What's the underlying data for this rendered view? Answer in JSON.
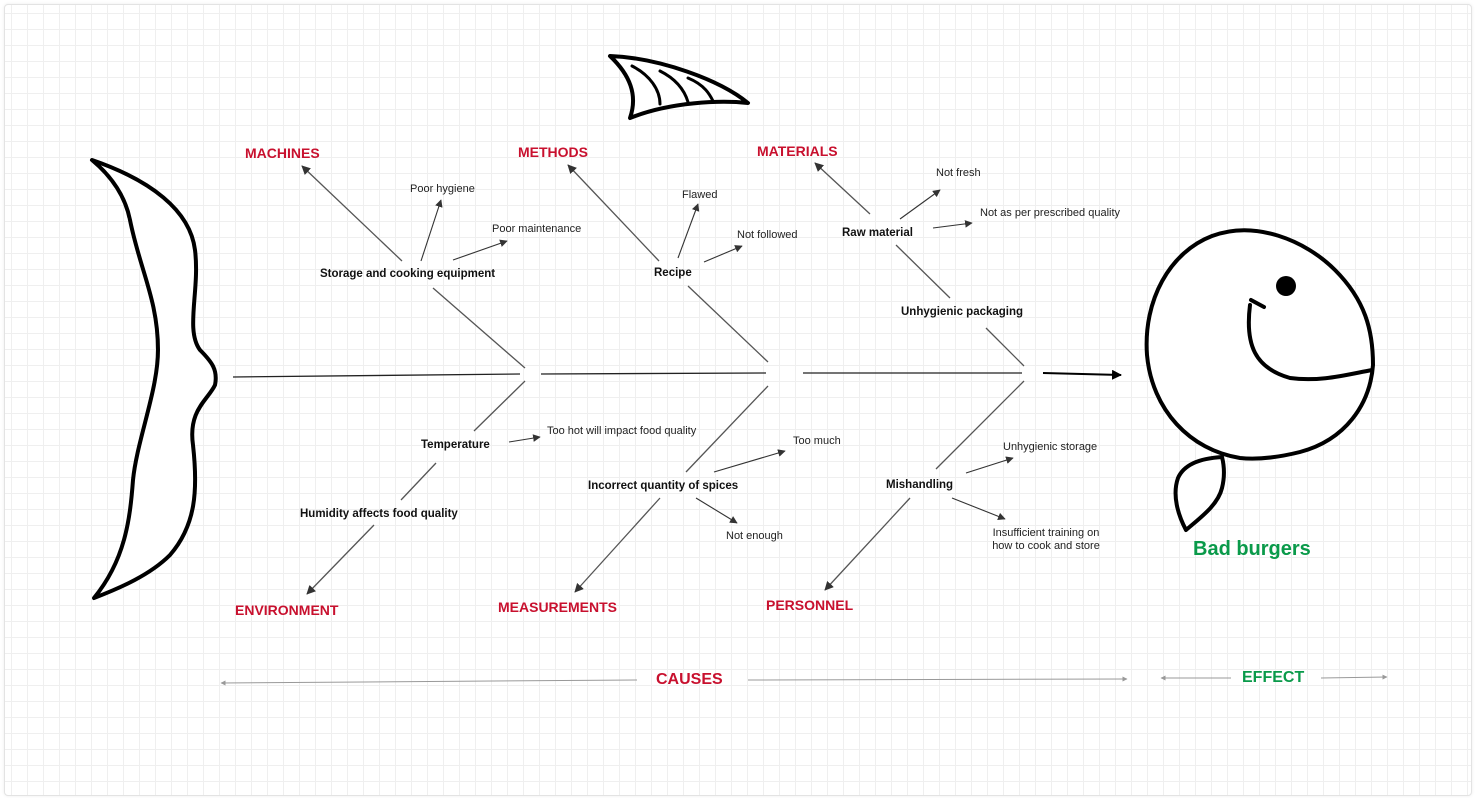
{
  "categories": {
    "machines": "MACHINES",
    "methods": "METHODS",
    "materials": "MATERIALS",
    "environment": "ENVIRONMENT",
    "measurements": "MEASUREMENTS",
    "personnel": "PERSONNEL"
  },
  "causes": {
    "storage_equipment": "Storage and cooking equipment",
    "recipe": "Recipe",
    "raw_material": "Raw material",
    "unhygienic_packaging": "Unhygienic packaging",
    "temperature": "Temperature",
    "humidity": "Humidity affects food quality",
    "incorrect_spices": "Incorrect quantity of spices",
    "mishandling": "Mishandling"
  },
  "notes": {
    "poor_hygiene": "Poor hygiene",
    "poor_maintenance": "Poor maintenance",
    "flawed": "Flawed",
    "not_followed": "Not followed",
    "not_fresh": "Not fresh",
    "not_prescribed_quality": "Not as per prescribed quality",
    "too_hot": "Too hot will impact food quality",
    "too_much": "Too much",
    "not_enough": "Not enough",
    "unhygienic_storage": "Unhygienic storage",
    "insufficient_training_line1": "Insufficient training on",
    "insufficient_training_line2": "how to cook and store"
  },
  "effect_label": "Bad burgers",
  "footer": {
    "causes": "CAUSES",
    "effect": "EFFECT"
  },
  "colors": {
    "category": "#c8102e",
    "effect": "#0a9a4a",
    "line": "#555555"
  }
}
